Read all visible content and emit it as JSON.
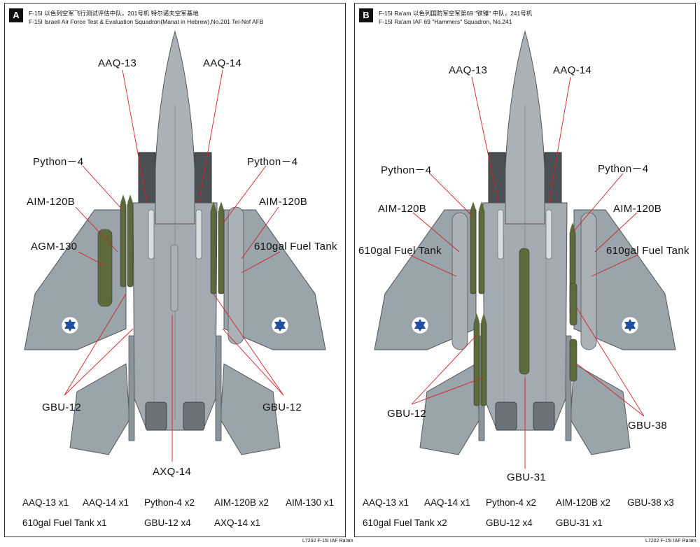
{
  "panels": [
    {
      "badge": "A",
      "title_cn": "F-15I  以色列空军飞行测试评估中队，201号机  特尔诺夫空军基地",
      "title_en": "F-15I  Israeli Air Force Test & Evaluation Squadron(Manat in Hebrew),No.201  Tel-Nof  AFB",
      "callouts": [
        "AAQ-13",
        "AAQ-14",
        "Python－4",
        "Python－4",
        "AIM-120B",
        "AIM-120B",
        "AGM-130",
        "610gal Fuel Tank",
        "GBU-12",
        "GBU-12",
        "AXQ-14"
      ],
      "loadout": [
        "AAQ-13 x1",
        "AAQ-14 x1",
        "Python-4 x2",
        "AIM-120B x2",
        "AIM-130 x1",
        "610gal Fuel Tank x1",
        "GBU-12 x4",
        "AXQ-14 x1"
      ],
      "footer": "L7202 F-15I IAF Ra'am"
    },
    {
      "badge": "B",
      "title_cn": "F-15I  Ra'am  以色列国防军空军第69 \"铁锤\" 中队，241号机",
      "title_en": "F-15I  Ra'am IAF 69 \"Hammers\" Squadron, No.241",
      "callouts": [
        "AAQ-13",
        "AAQ-14",
        "Python－4",
        "Python－4",
        "AIM-120B",
        "AIM-120B",
        "610gal Fuel Tank",
        "610gal Fuel Tank",
        "GBU-12",
        "GBU-38",
        "GBU-31"
      ],
      "loadout": [
        "AAQ-13 x1",
        "AAQ-14 x1",
        "Python-4 x2",
        "AIM-120B x2",
        "GBU-38 x3",
        "610gal Fuel Tank x2",
        "GBU-12 x4",
        "GBU-31 x1"
      ],
      "footer": "L7202 F-15I IAF Ra'am"
    }
  ],
  "colors": {
    "airframe": "#9aa4ab",
    "airframe_dark": "#7d878e",
    "fuel_tank": "#aab2b8",
    "ordnance_green": "#5d6b3a",
    "leader_line": "#d22020",
    "roundel": "#1f4fa0"
  }
}
